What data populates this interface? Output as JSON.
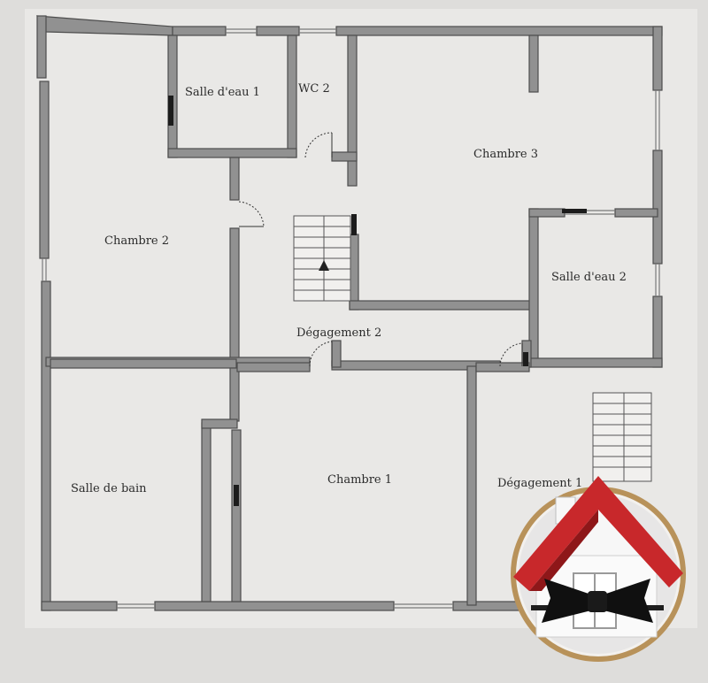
{
  "rooms": {
    "salle_deau_1": "Salle d'eau 1",
    "wc_2": "WC 2",
    "chambre_3": "Chambre 3",
    "chambre_2": "Chambre 2",
    "salle_deau_2": "Salle d'eau 2",
    "degagement_2": "Dégagement 2",
    "salle_de_bain": "Salle de bain",
    "chambre_1": "Chambre 1",
    "degagement_1": "Dégagement 1"
  },
  "colors": {
    "paper": "#e9e8e6",
    "wall": "#8f8f8f",
    "wall_edge": "#4d4d4d",
    "logo_roof": "#c8282b",
    "logo_ring": "#b8925a"
  },
  "icons": [
    "stairs-up-arrow-icon",
    "house-bowtie-logo"
  ]
}
